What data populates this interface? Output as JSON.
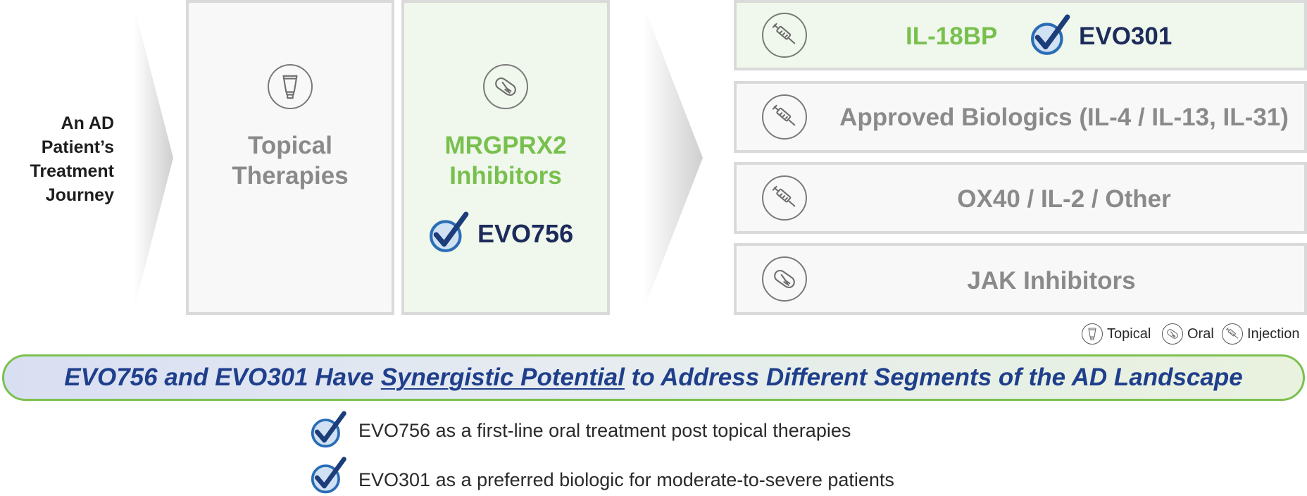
{
  "journey_label": [
    "An AD",
    "Patient’s",
    "Treatment",
    "Journey"
  ],
  "columns": {
    "topical": {
      "title": [
        "Topical",
        "Therapies"
      ],
      "icon": "topical-tube-icon"
    },
    "mrgprx2": {
      "title": [
        "MRGPRX2",
        "Inhibitors"
      ],
      "icon": "oral-pill-icon",
      "drug": "EVO756"
    }
  },
  "rows": [
    {
      "icon": "injection-syringe-icon",
      "label": "IL-18BP",
      "drug": "EVO301",
      "highlight": true
    },
    {
      "icon": "injection-syringe-icon",
      "label": "Approved Biologics (IL-4 / IL-13, IL-31)"
    },
    {
      "icon": "injection-syringe-icon",
      "label": "OX40 / IL-2 / Other"
    },
    {
      "icon": "oral-pill-icon",
      "label": "JAK Inhibitors"
    }
  ],
  "legend": [
    {
      "icon": "topical-tube-icon",
      "label": "Topical"
    },
    {
      "icon": "oral-pill-icon",
      "label": "Oral"
    },
    {
      "icon": "injection-syringe-icon",
      "label": "Injection"
    }
  ],
  "banner": {
    "before": "EVO756 and EVO301 Have ",
    "underlined": "Synergistic Potential",
    "after": " to Address Different Segments of the AD Landscape"
  },
  "bullets": [
    "EVO756 as a first-line oral treatment post topical therapies",
    "EVO301 as a preferred biologic for moderate-to-severe patients"
  ],
  "colors": {
    "green": "#78c04e",
    "navy": "#1c2b5a",
    "grey_text": "#8a8a8a",
    "banner_text": "#1f3f8c",
    "check_blue": "#2a6db5"
  }
}
